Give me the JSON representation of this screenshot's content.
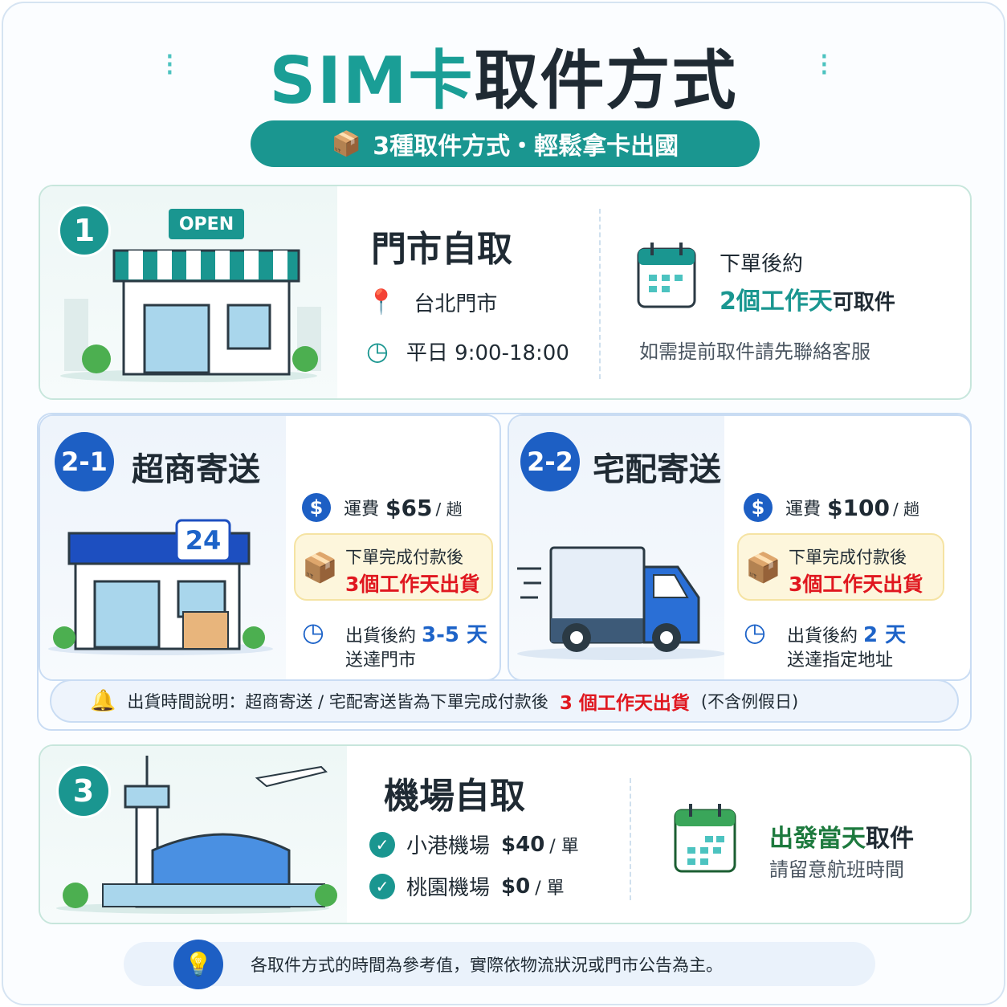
{
  "header": {
    "title_accent": "SIM卡",
    "title_main": "取件方式",
    "subtitle": "3種取件方式・輕鬆拿卡出國"
  },
  "method1": {
    "number": "1",
    "sign": "OPEN",
    "title": "門市自取",
    "location": "台北門市",
    "hours": "平日 9:00-18:00",
    "after_order": "下單後約",
    "days": "2個工作天",
    "pickup": "可取件",
    "note": "如需提前取件請先聯絡客服"
  },
  "method2_1": {
    "number": "2-1",
    "title": "超商寄送",
    "store_sign": "24",
    "fee_label": "運費",
    "fee": "$65",
    "fee_unit": "/ 趟",
    "ship_line1": "下單完成付款後",
    "ship_line2": "3個工作天出貨",
    "arrive_prefix": "出貨後約",
    "arrive_days": "3-5 天",
    "arrive_dest": "送達門市"
  },
  "method2_2": {
    "number": "2-2",
    "title": "宅配寄送",
    "fee_label": "運費",
    "fee": "$100",
    "fee_unit": "/ 趟",
    "ship_line1": "下單完成付款後",
    "ship_line2": "3個工作天出貨",
    "arrive_prefix": "出貨後約",
    "arrive_days": "2 天",
    "arrive_dest": "送達指定地址"
  },
  "notice": {
    "prefix": "出貨時間說明：超商寄送 / 宅配寄送皆為下單完成付款後",
    "highlight": "3 個工作天出貨",
    "suffix": "(不含例假日)"
  },
  "method3": {
    "number": "3",
    "title": "機場自取",
    "airports": [
      {
        "name": "小港機場",
        "price": "$40",
        "unit": "/ 單"
      },
      {
        "name": "桃園機場",
        "price": "$0",
        "unit": "/ 單"
      }
    ],
    "pickup_green": "出發當天",
    "pickup_dark": "取件",
    "note": "請留意航班時間"
  },
  "footer": {
    "text": "各取件方式的時間為參考值，實際依物流狀況或門市公告為主。"
  },
  "colors": {
    "teal": "#1a9690",
    "blue": "#1d63c8",
    "red": "#e0171f",
    "green": "#1d7a3e"
  }
}
